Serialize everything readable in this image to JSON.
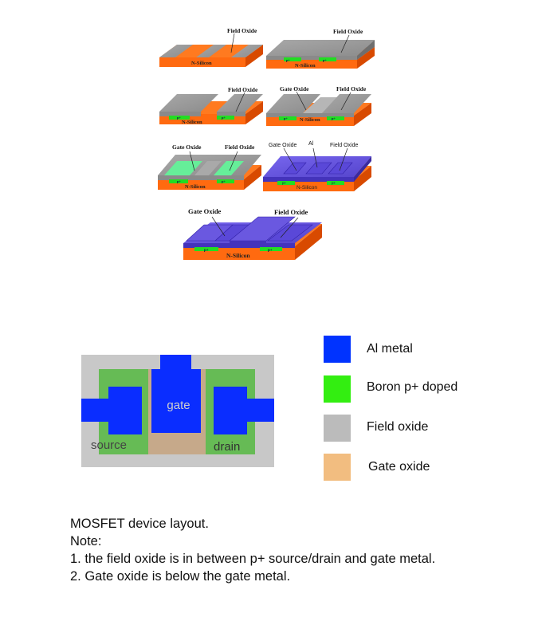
{
  "cross_sections": {
    "labels": {
      "field_oxide": "Field Oxide",
      "gate_oxide": "Gate Oxide",
      "n_silicon": "N-Silicon",
      "p_plus": "p+",
      "al": "Al"
    }
  },
  "top_view": {
    "gate": "gate",
    "source": "source",
    "drain": "drain"
  },
  "legend": {
    "items": [
      {
        "label": "Al metal",
        "color": "#0033ff"
      },
      {
        "label": "Boron p+ doped",
        "color": "#33ee11"
      },
      {
        "label": "Field oxide",
        "color": "#bbbbbb"
      },
      {
        "label": "Gate oxide",
        "color": "#f2bd80"
      }
    ]
  },
  "notes": {
    "title": "MOSFET device layout.",
    "heading": "Note:",
    "lines": [
      "1. the field oxide is in between p+ source/drain and gate metal.",
      "2. Gate oxide is below the gate metal."
    ]
  },
  "colors": {
    "silicon": "#ff6a10",
    "silicon_dark": "#d84a00",
    "oxide": "#9a9a9a",
    "oxide_dark": "#7a7a7a",
    "boron": "#22dd22",
    "gate_oxide_green": "#66ee99",
    "metal": "#6655dd",
    "metal_dark": "#4433bb",
    "tan": "#c6a98a",
    "field_green": "#66bb55"
  }
}
